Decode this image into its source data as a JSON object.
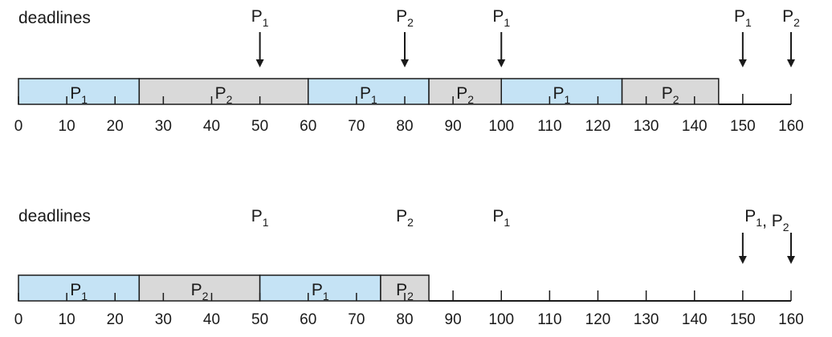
{
  "colors": {
    "p1": "#c5e3f5",
    "p2": "#d9d9d9",
    "stroke": "#1a1a1a",
    "text": "#1a1a1a"
  },
  "timeline": {
    "min": 0,
    "max": 160,
    "ticks": [
      0,
      10,
      20,
      30,
      40,
      50,
      60,
      70,
      80,
      90,
      100,
      110,
      120,
      130,
      140,
      150,
      160
    ]
  },
  "schedules": [
    {
      "title": "deadlines",
      "blocks": [
        {
          "proc": "P",
          "sub": "1",
          "start": 0,
          "end": 25
        },
        {
          "proc": "P",
          "sub": "2",
          "start": 25,
          "end": 60
        },
        {
          "proc": "P",
          "sub": "1",
          "start": 60,
          "end": 85
        },
        {
          "proc": "P",
          "sub": "2",
          "start": 85,
          "end": 100
        },
        {
          "proc": "P",
          "sub": "1",
          "start": 100,
          "end": 125
        },
        {
          "proc": "P",
          "sub": "2",
          "start": 125,
          "end": 145
        }
      ],
      "deadlines": [
        {
          "time": 50,
          "parts": [
            {
              "t": "P",
              "s": "1"
            }
          ]
        },
        {
          "time": 80,
          "parts": [
            {
              "t": "P",
              "s": "2"
            }
          ]
        },
        {
          "time": 100,
          "parts": [
            {
              "t": "P",
              "s": "1"
            }
          ]
        },
        {
          "time": 150,
          "parts": [
            {
              "t": "P",
              "s": "1"
            }
          ]
        },
        {
          "time": 160,
          "parts": [
            {
              "t": "P",
              "s": "2"
            }
          ]
        }
      ]
    },
    {
      "title": "deadlines",
      "blocks": [
        {
          "proc": "P",
          "sub": "1",
          "start": 0,
          "end": 25
        },
        {
          "proc": "P",
          "sub": "2",
          "start": 25,
          "end": 50
        },
        {
          "proc": "P",
          "sub": "1",
          "start": 50,
          "end": 75
        },
        {
          "proc": "P",
          "sub": "2",
          "start": 75,
          "end": 85
        }
      ],
      "deadlines": [
        {
          "time": 50,
          "parts": [
            {
              "t": "P",
              "s": "1"
            }
          ]
        },
        {
          "time": 80,
          "parts": [
            {
              "t": "P",
              "s": "2"
            }
          ]
        },
        {
          "time": 100,
          "parts": [
            {
              "t": "P",
              "s": "1"
            }
          ]
        },
        {
          "time": 155,
          "parts": [
            {
              "t": "P",
              "s": "1"
            },
            {
              "t": ", "
            },
            {
              "t": "P",
              "s": "2"
            }
          ]
        }
      ],
      "arrows": [
        150,
        160
      ]
    }
  ]
}
